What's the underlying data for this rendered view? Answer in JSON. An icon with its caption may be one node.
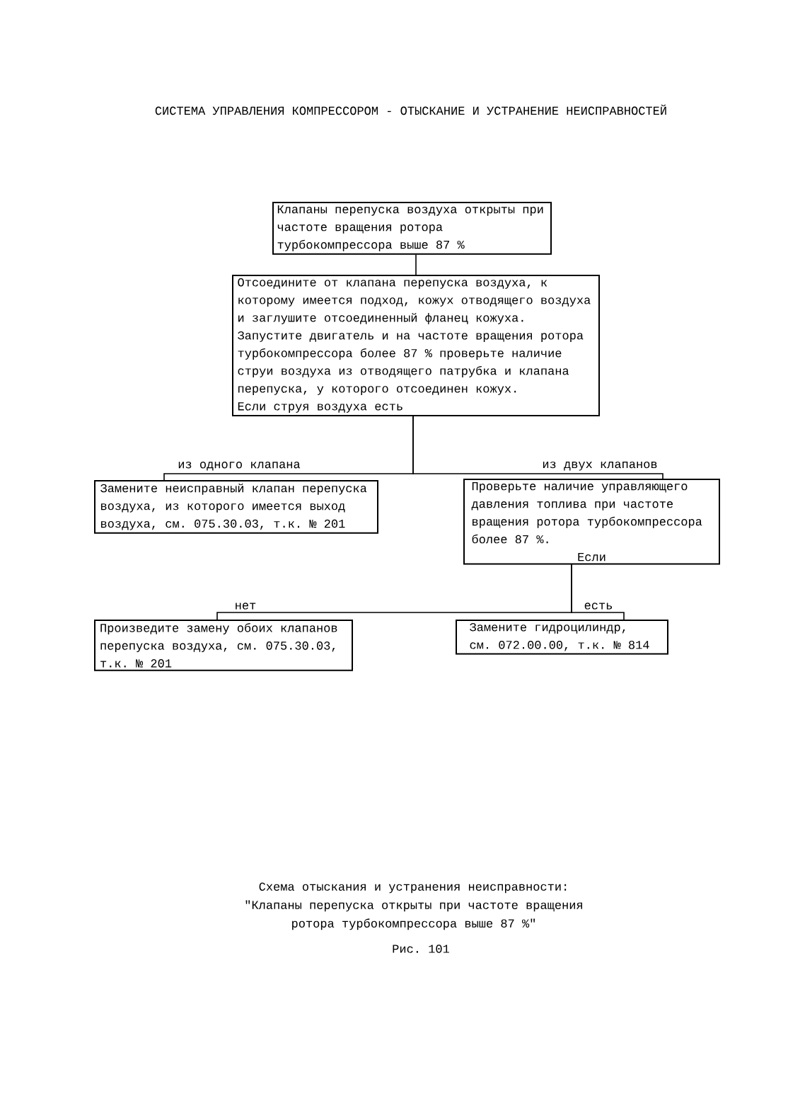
{
  "diagram": {
    "title": "СИСТЕМА УПРАВЛЕНИЯ КОМПРЕССОРОМ - ОТЫСКАНИЕ И УСТРАНЕНИЕ НЕИСПРАВНОСТЕЙ",
    "caption": "Схема отыскания и устранения неисправности: \"Клапаны перепуска открыты при частоте вращения ротора турбокомпрессора выше 87 %\"",
    "nodes": [
      {
        "text": [
          "Клапаны перепуска воздуха открыты при частоте вращения ротора турбокомпрессора выше 87 %"
        ]
      },
      {
        "text": [
          "Отсоедините от клапана перепуска воздуха, к которому имеется подход, кожух отводящего воздуха и заглушите отсоединенный фланец кожуха.",
          "Запустите двигатель и на частоте вращения ротора турбокомпрессора более 87 % проверьте наличие струи воздуха из отводящего патрубка и клапана перепуска, у которого отсоединен кожух.",
          "Если струя воздуха есть"
        ]
      },
      {
        "text": [
          "Замените неисправный клапан перепуска воздуха, из которого имеется выход воздуха, см. 075.30.03, т.к. № 201"
        ]
      },
      {
        "text": [
          "Проверьте наличие управляющего давления топлива при частоте вращения ротора турбокомпрессора более 87 %.",
          "Если"
        ]
      },
      {
        "text": [
          "Произведите замену обоих клапанов перепуска воздуха, см. 075.30.03, т.к. № 201"
        ]
      },
      {
        "text": [
          "Замените гидроцилиндр, см. 072.00.00, т.к. № 814"
        ]
      }
    ],
    "edges": [
      {
        "from": 0,
        "to": 1,
        "arrow": "none"
      },
      {
        "from": 1,
        "to": 2,
        "arrow": "none",
        "label": "из одного клапана"
      },
      {
        "from": 1,
        "to": 3,
        "arrow": "none",
        "label": "из двух клапанов"
      },
      {
        "from": 3,
        "to": 4,
        "arrow": "none",
        "label": "нет"
      },
      {
        "from": 3,
        "to": 5,
        "arrow": "none",
        "label": "есть"
      }
    ],
    "labels": [
      "Рис. 101"
    ]
  }
}
